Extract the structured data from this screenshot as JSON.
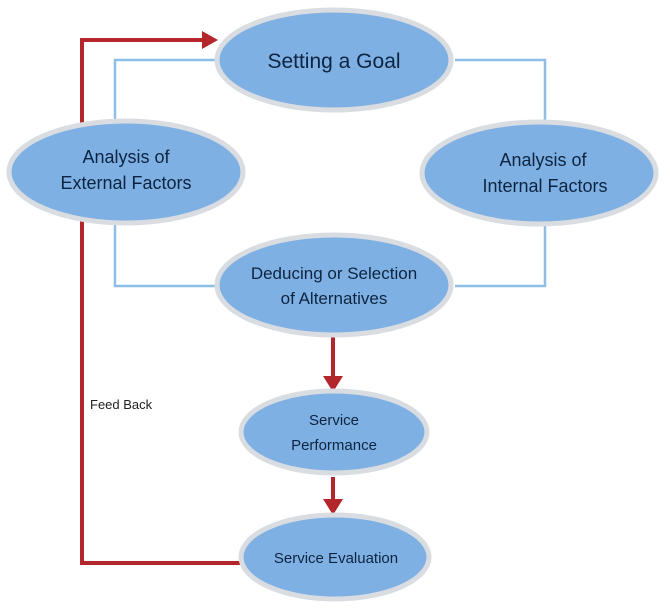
{
  "colors": {
    "node_fill": "#7fb0e3",
    "node_border": "#d9dde2",
    "connector": "#8ebde6",
    "arrow": "#b3262b",
    "text": "#0d2440"
  },
  "nodes": {
    "goal": "Setting a Goal",
    "external": [
      "Analysis of",
      "External Factors"
    ],
    "internal": [
      "Analysis of",
      "Internal Factors"
    ],
    "alternatives": [
      "Deducing or Selection",
      "of Alternatives"
    ],
    "performance": [
      "Service",
      "Performance"
    ],
    "evaluation": "Service Evaluation"
  },
  "feedback_label": "Feed Back"
}
